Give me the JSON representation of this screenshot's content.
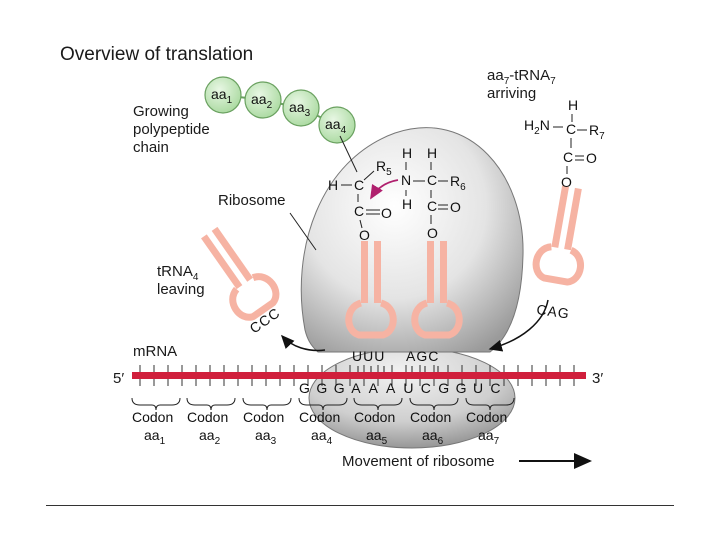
{
  "title": "Overview of translation",
  "chain_label": [
    "Growing",
    "polypeptide",
    "chain"
  ],
  "ribosome_label": "Ribosome",
  "trna_leaving_label": [
    "tRNA",
    "4",
    "leaving"
  ],
  "trna_arriving_label": [
    "aa",
    "7",
    "-tRNA",
    "7",
    "arriving"
  ],
  "mrna_label": "mRNA",
  "five_prime": "5′",
  "three_prime": "3′",
  "movement_label": "Movement of ribosome",
  "beads": [
    {
      "text": "aa",
      "sub": "1"
    },
    {
      "text": "aa",
      "sub": "2"
    },
    {
      "text": "aa",
      "sub": "3"
    },
    {
      "text": "aa",
      "sub": "4"
    }
  ],
  "anticodon_p": "UUU",
  "anticodon_a": "AGC",
  "anticodon_leaving": "CCC",
  "anticodon_arriving": "CAG",
  "mrna_bases": "GGGAAAUCGGUC",
  "codons": [
    {
      "label": "Codon",
      "aa": "aa",
      "sub": "1"
    },
    {
      "label": "Codon",
      "aa": "aa",
      "sub": "2"
    },
    {
      "label": "Codon",
      "aa": "aa",
      "sub": "3"
    },
    {
      "label": "Codon",
      "aa": "aa",
      "sub": "4"
    },
    {
      "label": "Codon",
      "aa": "aa",
      "sub": "5"
    },
    {
      "label": "Codon",
      "aa": "aa",
      "sub": "6"
    },
    {
      "label": "Codon",
      "aa": "aa",
      "sub": "7"
    }
  ],
  "chem": {
    "H": "H",
    "N": "N",
    "C": "C",
    "O": "O",
    "R5": "R",
    "R5_sub": "5",
    "R6": "R",
    "R6_sub": "6",
    "R7": "R",
    "R7_sub": "7",
    "H2N": "H",
    "H2N_sub": "2",
    "H2N_N": "N"
  },
  "colors": {
    "mrna": "#d01f3c",
    "trna": "#f6b3a3",
    "bead_fill": "#c9ebc2",
    "bead_stroke": "#6aa160",
    "arrow_magenta": "#b0206e"
  }
}
